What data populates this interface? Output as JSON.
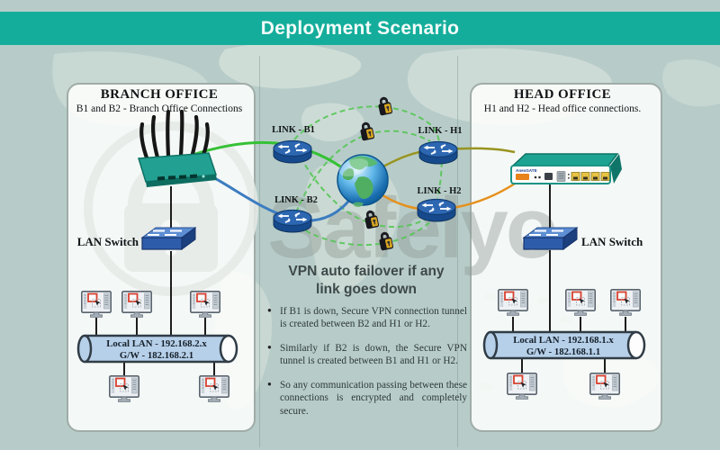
{
  "banner": {
    "title": "Deployment Scenario"
  },
  "branch_office": {
    "title": "BRANCH OFFICE",
    "subtitle": "B1 and B2 - Branch Office Connections",
    "lan_switch": "LAN Switch",
    "pipe_line1": "Local LAN - 192.168.2.x",
    "pipe_line2": "G/W - 182.168.2.1"
  },
  "head_office": {
    "title": "HEAD OFFICE",
    "subtitle": "H1 and H2 - Head office connections.",
    "lan_switch": "LAN Switch",
    "pipe_line1": "Local LAN - 192.168.1.x",
    "pipe_line2": "G/W - 182.168.1.1",
    "appliance_brand": "AnexGATE"
  },
  "links": {
    "b1": "LINK - B1",
    "b2": "LINK - B2",
    "h1": "LINK - H1",
    "h2": "LINK - H2"
  },
  "failover": {
    "heading_line1": "VPN auto failover if any",
    "heading_line2": "link goes down",
    "bullets": [
      "If B1 is down, Secure VPN connection tunnel is created between B2 and H1 or H2.",
      "Similarly if B2 is down, the Secure VPN tunnel is created between B1 and H1 or H2.",
      "So any communication passing between these connections is encrypted and completely secure."
    ]
  },
  "watermark": {
    "text": "Safelyo"
  },
  "colors": {
    "accent_teal": "#14ad9b",
    "link_b1_green": "#35c135",
    "link_b2_blue": "#3c7cc0",
    "link_h1_olive": "#99941f",
    "link_h2_orange": "#e6901c",
    "tunnel_dashed_green": "#57c657",
    "pipe_blue": "#b7d0e9"
  }
}
